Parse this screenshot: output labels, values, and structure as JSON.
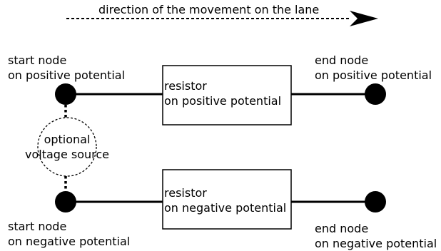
{
  "direction_label": "direction of the movement on the lane",
  "nodes": {
    "start_positive": [
      "start node",
      "on positive potential"
    ],
    "end_positive": [
      "end node",
      "on positive potential"
    ],
    "start_negative": [
      "start node",
      "on negative potential"
    ],
    "end_negative": [
      "end node",
      "on negative potential"
    ]
  },
  "resistors": {
    "positive": [
      "resistor",
      "on positive potential"
    ],
    "negative": [
      "resistor",
      "on negative potential"
    ]
  },
  "voltage_source": [
    "optional",
    "voltage source"
  ]
}
